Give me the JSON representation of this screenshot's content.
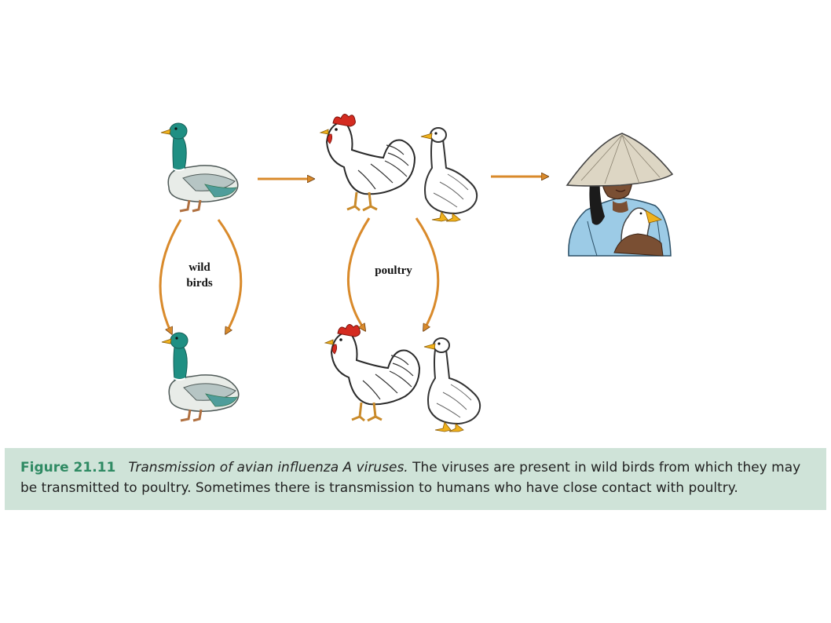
{
  "diagram": {
    "labels": {
      "wild_birds_line1": "wild",
      "wild_birds_line2": "birds",
      "poultry": "poultry"
    },
    "colors": {
      "arrow": "#d98a2b",
      "arrow_outline": "#6b3d10",
      "duck_head": "#1f8f83",
      "comb": "#d42b20",
      "beak": "#f0b21d",
      "caption_bg": "#cfe3d8",
      "figure_number": "#2f8a63",
      "shirt": "#9ccbe6",
      "hat": "#ddd6c4"
    },
    "icons": [
      "mallard-duck-icon",
      "rooster-icon",
      "white-duck-icon",
      "woman-with-hat-icon"
    ]
  },
  "caption": {
    "figure_number": "Figure 21.11",
    "title": "Transmission of avian influenza A viruses.",
    "text": " The viruses are present in wild birds from which they may be transmitted to poultry. Sometimes there is transmission to humans who have close contact with poultry."
  }
}
